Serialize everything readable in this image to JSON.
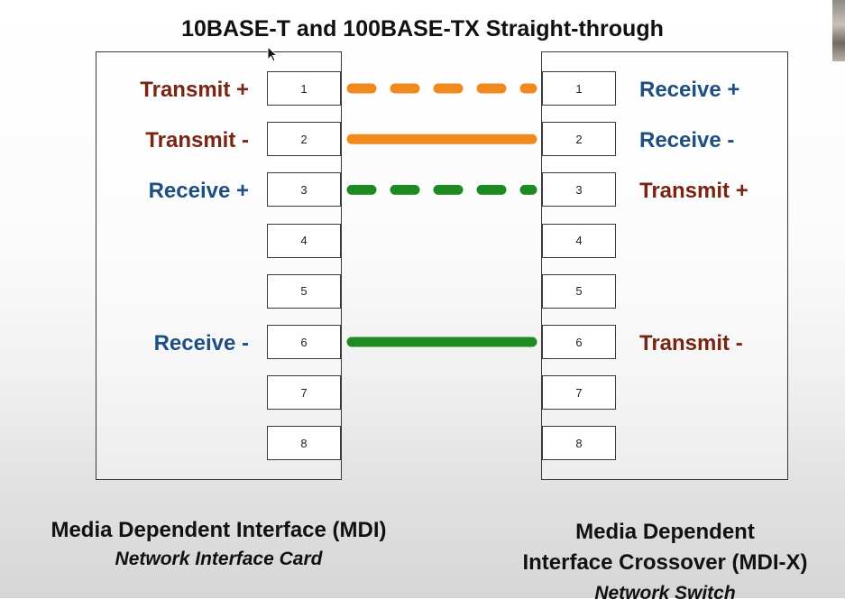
{
  "title": "10BASE-T and 100BASE-TX Straight-through",
  "left": {
    "caption": "Media Dependent Interface (MDI)",
    "subcaption": "Network Interface Card",
    "pins": [
      "1",
      "2",
      "3",
      "4",
      "5",
      "6",
      "7",
      "8"
    ],
    "signals": [
      {
        "pin": 1,
        "label": "Transmit +",
        "kind": "tx"
      },
      {
        "pin": 2,
        "label": "Transmit -",
        "kind": "tx"
      },
      {
        "pin": 3,
        "label": "Receive +",
        "kind": "rx"
      },
      {
        "pin": 6,
        "label": "Receive -",
        "kind": "rx"
      }
    ]
  },
  "right": {
    "caption_line1": "Media Dependent",
    "caption_line2": "Interface Crossover (MDI-X)",
    "subcaption": "Network Switch",
    "pins": [
      "1",
      "2",
      "3",
      "4",
      "5",
      "6",
      "7",
      "8"
    ],
    "signals": [
      {
        "pin": 1,
        "label": "Receive +",
        "kind": "rx"
      },
      {
        "pin": 2,
        "label": "Receive -",
        "kind": "rx"
      },
      {
        "pin": 3,
        "label": "Transmit +",
        "kind": "tx"
      },
      {
        "pin": 6,
        "label": "Transmit -",
        "kind": "tx"
      }
    ]
  },
  "wires": [
    {
      "pin": 1,
      "color": "#f08a1c",
      "style": "dashed"
    },
    {
      "pin": 2,
      "color": "#f08a1c",
      "style": "solid"
    },
    {
      "pin": 3,
      "color": "#1f8a22",
      "style": "dashed"
    },
    {
      "pin": 6,
      "color": "#1f8a22",
      "style": "solid"
    }
  ],
  "colors": {
    "transmit": "#7a2412",
    "receive": "#1d4e86"
  }
}
